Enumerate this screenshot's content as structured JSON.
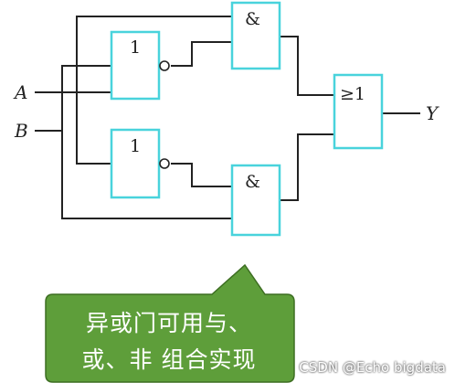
{
  "diagram": {
    "inputs": {
      "a": "A",
      "b": "B"
    },
    "output": "Y",
    "gates": {
      "not_top": "1",
      "not_bottom": "1",
      "and_top": "&",
      "and_bottom": "&",
      "or_out": "≥1"
    }
  },
  "callout": {
    "line1": "异或门可用与、",
    "line2": "或、非 组合实现",
    "bg_color": "#5e9e3a"
  },
  "watermark": "CSDN @Echo bigdata",
  "colors": {
    "gate_stroke": "#49d3dc",
    "wire": "#222222"
  }
}
